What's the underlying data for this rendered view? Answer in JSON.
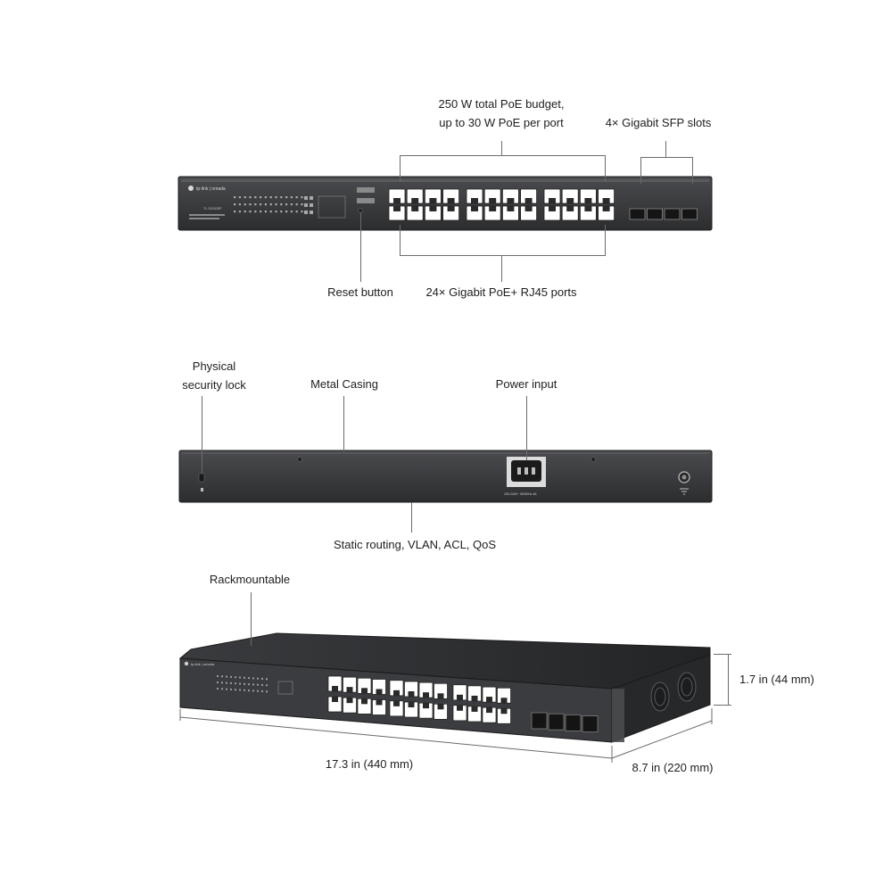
{
  "front_panel": {
    "labels": {
      "poe_budget_line1": "250 W total PoE budget,",
      "poe_budget_line2": "up to 30 W PoE per port",
      "sfp_slots": "4× Gigabit SFP slots",
      "reset_button": "Reset button",
      "rj45_ports": "24× Gigabit PoE+ RJ45 ports"
    },
    "brand_mark": "tp-link | omada",
    "model": "TL-SG2428P"
  },
  "rear_panel": {
    "labels": {
      "security_lock_line1": "Physical",
      "security_lock_line2": "security lock",
      "metal_casing": "Metal Casing",
      "power_input": "Power input",
      "features": "Static routing, VLAN, ACL, QoS"
    },
    "power_rating": "100-240V~ 50/60Hz 4A"
  },
  "perspective_view": {
    "labels": {
      "rackmountable": "Rackmountable",
      "height": "1.7 in (44 mm)",
      "width": "17.3 in (440 mm)",
      "depth": "8.7 in (220 mm)"
    }
  },
  "colors": {
    "chassis": "#3a3b3d",
    "chassis_edge": "#202122",
    "port": "#ffffff",
    "leader_line": "#6b6b6b"
  }
}
